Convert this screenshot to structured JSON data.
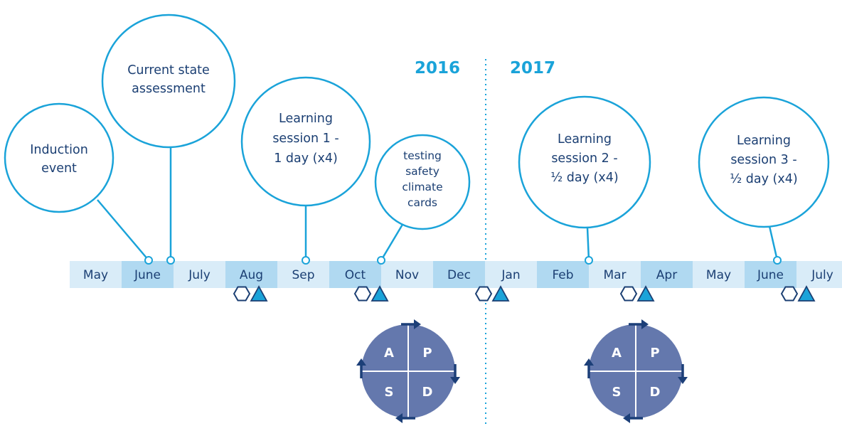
{
  "colors": {
    "accent": "#1aa3d9",
    "dark_blue": "#1b3f73",
    "band_light": "#d9ecf8",
    "band_dark": "#b0d9f1",
    "cycle_fill": "#6478ad",
    "cycle_arrow": "#1c3f78",
    "triangle_fill": "#1aa3d9",
    "divider": "#1aa3d9"
  },
  "years": {
    "left": "2016",
    "right": "2017"
  },
  "months": [
    {
      "label": "May",
      "shade": "light"
    },
    {
      "label": "June",
      "shade": "dark"
    },
    {
      "label": "July",
      "shade": "light"
    },
    {
      "label": "Aug",
      "shade": "dark"
    },
    {
      "label": "Sep",
      "shade": "light"
    },
    {
      "label": "Oct",
      "shade": "dark"
    },
    {
      "label": "Nov",
      "shade": "light"
    },
    {
      "label": "Dec",
      "shade": "dark"
    },
    {
      "label": "Jan",
      "shade": "light"
    },
    {
      "label": "Feb",
      "shade": "dark"
    },
    {
      "label": "Mar",
      "shade": "light"
    },
    {
      "label": "Apr",
      "shade": "dark"
    },
    {
      "label": "May",
      "shade": "light"
    },
    {
      "label": "June",
      "shade": "dark"
    },
    {
      "label": "July",
      "shade": "light"
    }
  ],
  "events": [
    {
      "name": "induction-event",
      "lines": [
        "Induction",
        "event"
      ]
    },
    {
      "name": "current-state-assessment",
      "lines": [
        "Current state",
        "assessment"
      ]
    },
    {
      "name": "learning-session-1",
      "lines": [
        "Learning",
        "session 1 -",
        "1 day (x4)"
      ]
    },
    {
      "name": "testing-safety-climate-cards",
      "lines": [
        "testing",
        "safety",
        "climate",
        "cards"
      ]
    },
    {
      "name": "learning-session-2",
      "lines": [
        "Learning",
        "session 2 -",
        "½ day (x4)"
      ]
    },
    {
      "name": "learning-session-3",
      "lines": [
        "Learning",
        "session 3 -",
        "½ day (x4)"
      ]
    }
  ],
  "milestone_icons": [
    "hexagon-icon",
    "triangle-icon"
  ],
  "pdsa": {
    "A": "A",
    "P": "P",
    "S": "S",
    "D": "D"
  }
}
